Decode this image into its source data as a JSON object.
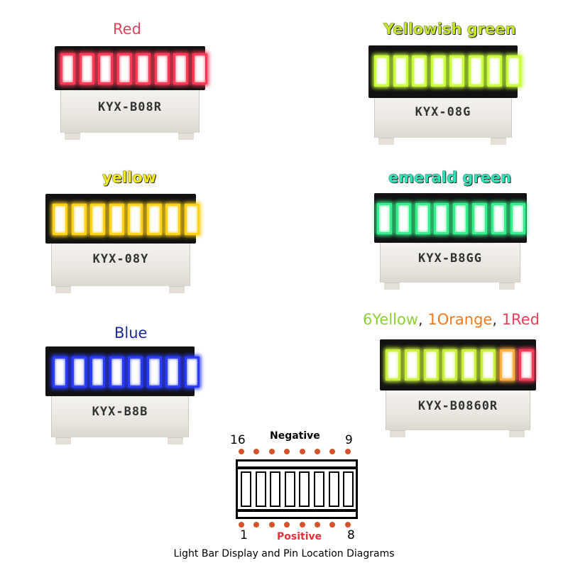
{
  "modules": [
    {
      "id": "red",
      "label_parts": [
        {
          "text": "Red",
          "color": "#e8405a"
        }
      ],
      "part_number": "KYX-B08R",
      "segment_colors": [
        "#ff3b58",
        "#ff3b58",
        "#ff3b58",
        "#ff3b58",
        "#ff3b58",
        "#ff3b58",
        "#ff3b58",
        "#ff3b58"
      ],
      "glow": "#ff2a4a"
    },
    {
      "id": "yellowish-green",
      "label_parts": [
        {
          "text": "Yellowish green",
          "color": "#c9e52a"
        }
      ],
      "part_number": "KYX-08G",
      "segment_colors": [
        "#c8ff3a",
        "#c8ff3a",
        "#c8ff3a",
        "#c8ff3a",
        "#c8ff3a",
        "#c8ff3a",
        "#c8ff3a",
        "#c8ff3a"
      ],
      "glow": "#b5f020"
    },
    {
      "id": "yellow",
      "label_parts": [
        {
          "text": "yellow",
          "color": "#f4ea1a"
        }
      ],
      "part_number": "KYX-08Y",
      "segment_colors": [
        "#ffd21c",
        "#ffd21c",
        "#ffd21c",
        "#ffd21c",
        "#ffd21c",
        "#ffd21c",
        "#ffd21c",
        "#ffd21c"
      ],
      "glow": "#ffc400"
    },
    {
      "id": "emerald-green",
      "label_parts": [
        {
          "text": "emerald green",
          "color": "#2de3b8"
        }
      ],
      "part_number": "KYX-B8GG",
      "segment_colors": [
        "#35f08a",
        "#35f08a",
        "#35f08a",
        "#35f08a",
        "#35f08a",
        "#35f08a",
        "#35f08a",
        "#35f08a"
      ],
      "glow": "#1fe07a"
    },
    {
      "id": "blue",
      "label_parts": [
        {
          "text": "Blue",
          "color": "#1b2a9c"
        }
      ],
      "part_number": "KYX-B8B",
      "segment_colors": [
        "#2a3cff",
        "#2a3cff",
        "#2a3cff",
        "#2a3cff",
        "#2a3cff",
        "#2a3cff",
        "#2a3cff",
        "#2a3cff"
      ],
      "glow": "#1a26ff"
    },
    {
      "id": "mixed",
      "label_parts": [
        {
          "text": "6Yellow",
          "color": "#8ccf3a"
        },
        {
          "text": ", ",
          "color": "#333333"
        },
        {
          "text": "1Orange",
          "color": "#f07a1a"
        },
        {
          "text": ", ",
          "color": "#333333"
        },
        {
          "text": "1Red",
          "color": "#e8405a"
        }
      ],
      "part_number": "KYX-B0860R",
      "segment_colors": [
        "#c8f03a",
        "#c8f03a",
        "#c8f03a",
        "#c8f03a",
        "#c8f03a",
        "#c8f03a",
        "#ffb040",
        "#ff3b58"
      ],
      "glow": "#b5f020"
    }
  ],
  "pin_diagram": {
    "top_label": "Negative",
    "bottom_label": "Positive",
    "pin_top_left": "16",
    "pin_top_right": "9",
    "pin_bottom_left": "1",
    "pin_bottom_right": "8",
    "pin_dot_color": "#d4542a",
    "segment_count": 8
  },
  "caption": "Light Bar Display and Pin Location Diagrams"
}
